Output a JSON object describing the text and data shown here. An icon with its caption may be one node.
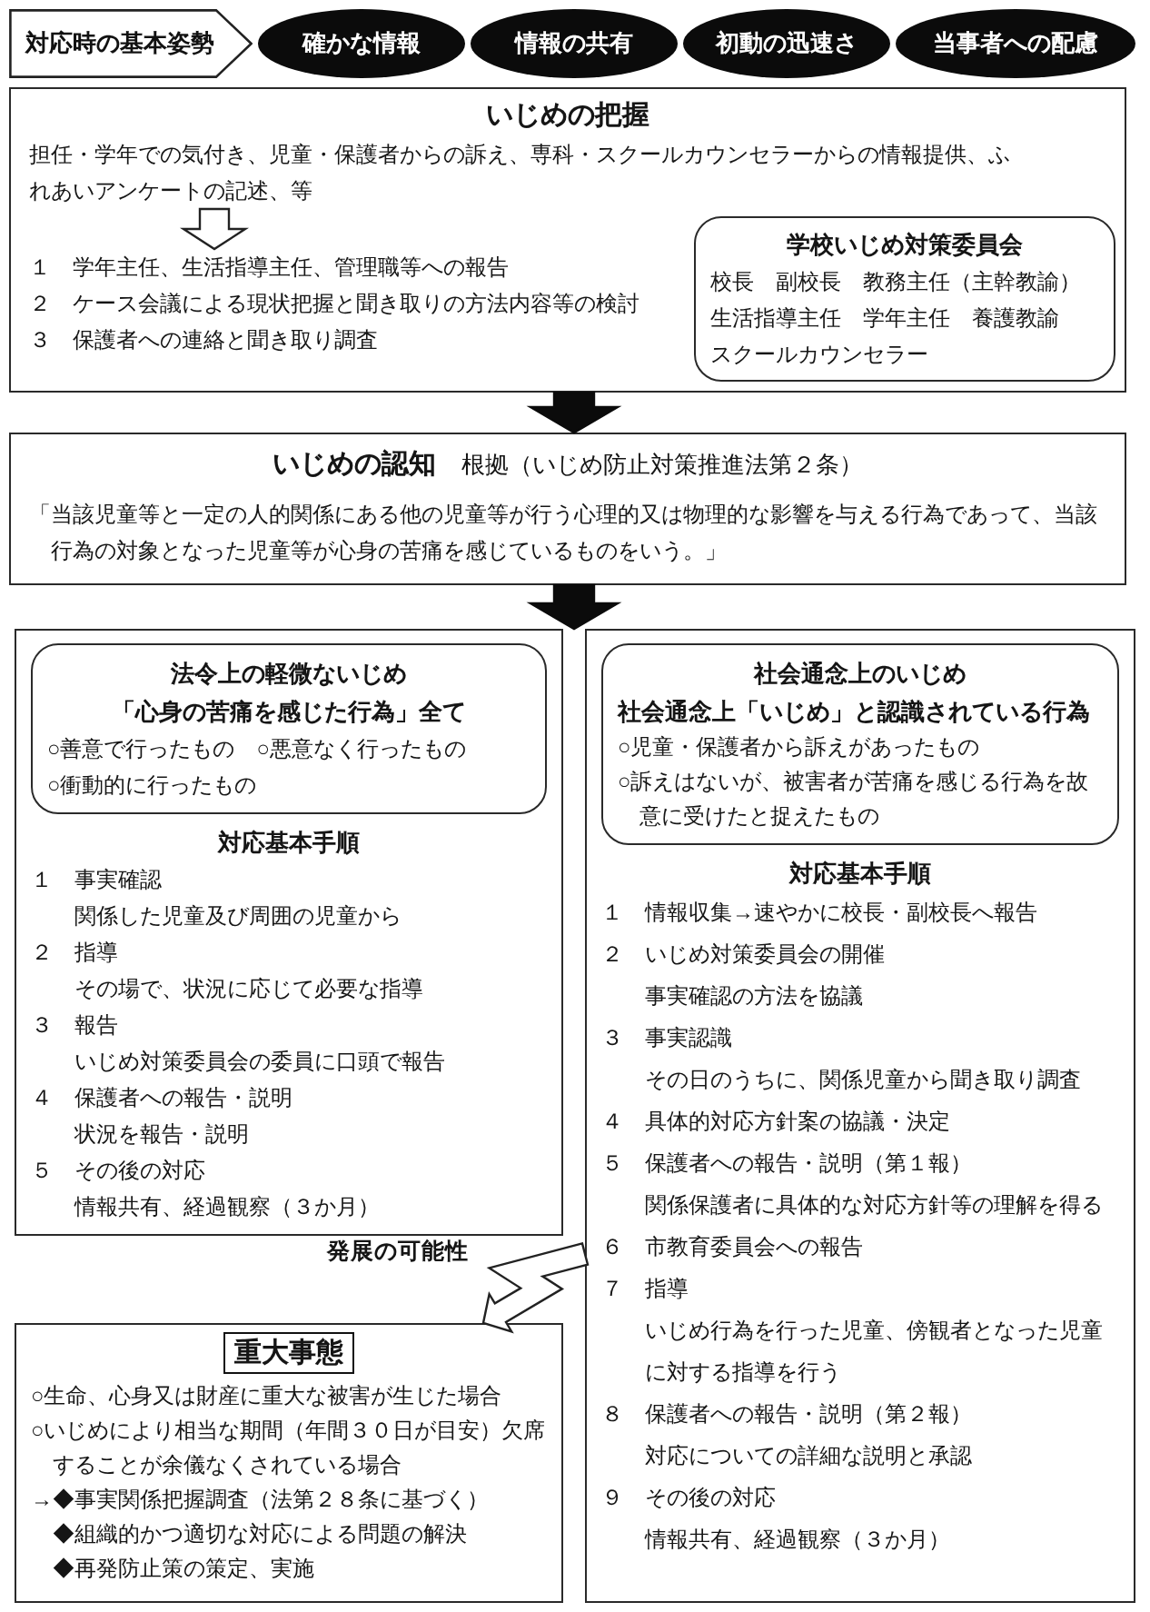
{
  "diagram": {
    "nodes": [
      {
        "text": [
          "対応時の基本姿勢"
        ]
      },
      {
        "text": [
          "確かな情報"
        ]
      },
      {
        "text": [
          "情報の共有"
        ]
      },
      {
        "text": [
          "初動の迅速さ"
        ]
      },
      {
        "text": [
          "当事者への配慮"
        ]
      },
      {
        "text": [
          "いじめの把握"
        ]
      },
      {
        "text": [
          "担任・学年での気付き、児童・保護者からの訴え、専科・スクールカウンセラーからの情報提供、ふれあいアンケートの記述、等"
        ],
        "in": 5
      },
      {
        "text": [
          "１　学年主任、生活指導主任、管理職等への報告",
          "２　ケース会議による現状把握と聞き取りの方法内容等の検討",
          "３　保護者への連絡と聞き取り調査"
        ],
        "in": 5
      },
      {
        "text": [
          "学校いじめ対策委員会",
          "校長　副校長　教務主任（主幹教諭）",
          "生活指導主任　学年主任　養護教諭",
          "スクールカウンセラー"
        ],
        "in": 5
      },
      {
        "text": [
          "いじめの認知",
          "根拠（いじめ防止対策推進法第２条）",
          "「当該児童等と一定の人的関係にある他の児童等が行う心理的又は物理的な影響を与える行為であって、当該行為の対象となった児童等が心身の苦痛を感じているものをいう。」"
        ]
      },
      {
        "text": [
          "対応基本手順",
          "１　事実確認",
          "関係した児童及び周囲の児童から",
          "２　指導",
          "その場で、状況に応じて必要な指導",
          "３　報告",
          "いじめ対策委員会の委員に口頭で報告",
          "４　保護者への報告・説明",
          "状況を報告・説明",
          "５　その後の対応",
          "情報共有、経過観察（３か月）"
        ]
      },
      {
        "text": [
          "法令上の軽微ないじめ",
          "「心身の苦痛を感じた行為」全て",
          "○善意で行ったもの",
          "○悪意なく行ったもの",
          "○衝動的に行ったもの"
        ],
        "in": 10
      },
      {
        "text": [
          "対応基本手順",
          "１　情報収集→速やかに校長・副校長へ報告",
          "２　いじめ対策委員会の開催",
          "事実確認の方法を協議",
          "３　事実認識",
          "その日のうちに、関係児童から聞き取り調査",
          "４　具体的対応方針案の協議・決定",
          "５　保護者への報告・説明（第１報）",
          "関係保護者に具体的な対応方針等の理解を得る",
          "６　市教育委員会への報告",
          "７　指導",
          "いじめ行為を行った児童、傍観者となった児童に対する指導を行う",
          "８　保護者への報告・説明（第２報）",
          "対応についての詳細な説明と承認",
          "９　その後の対応",
          "情報共有、経過観察（３か月）"
        ]
      },
      {
        "text": [
          "社会通念上のいじめ",
          "社会通念上「いじめ」と認識されている行為",
          "○児童・保護者から訴えがあったもの",
          "○訴えはないが、被害者が苦痛を感じる行為を故意に受けたと捉えたもの"
        ],
        "in": 12
      },
      {
        "text": [
          "重大事態",
          "○生命、心身又は財産に重大な被害が生じた場合",
          "○いじめにより相当な期間（年間３０日が目安）欠席することが余儀なくされている場合",
          "→◆事実関係把握調査（法第２８条に基づく）",
          "◆組織的かつ適切な対応による問題の解決",
          "◆再発防止策の策定、実施"
        ]
      }
    ],
    "edges": [
      {
        "from": 6,
        "to": 7,
        "arrow": "to"
      },
      {
        "from": 5,
        "to": 9,
        "arrow": "to",
        "style": "thick"
      },
      {
        "from": 9,
        "to": 10,
        "arrow": "to",
        "style": "thick"
      },
      {
        "from": 9,
        "to": 12,
        "arrow": "to",
        "style": "thick"
      },
      {
        "from": 12,
        "to": 14,
        "arrow": "to",
        "label": "発展の可能性"
      }
    ]
  }
}
